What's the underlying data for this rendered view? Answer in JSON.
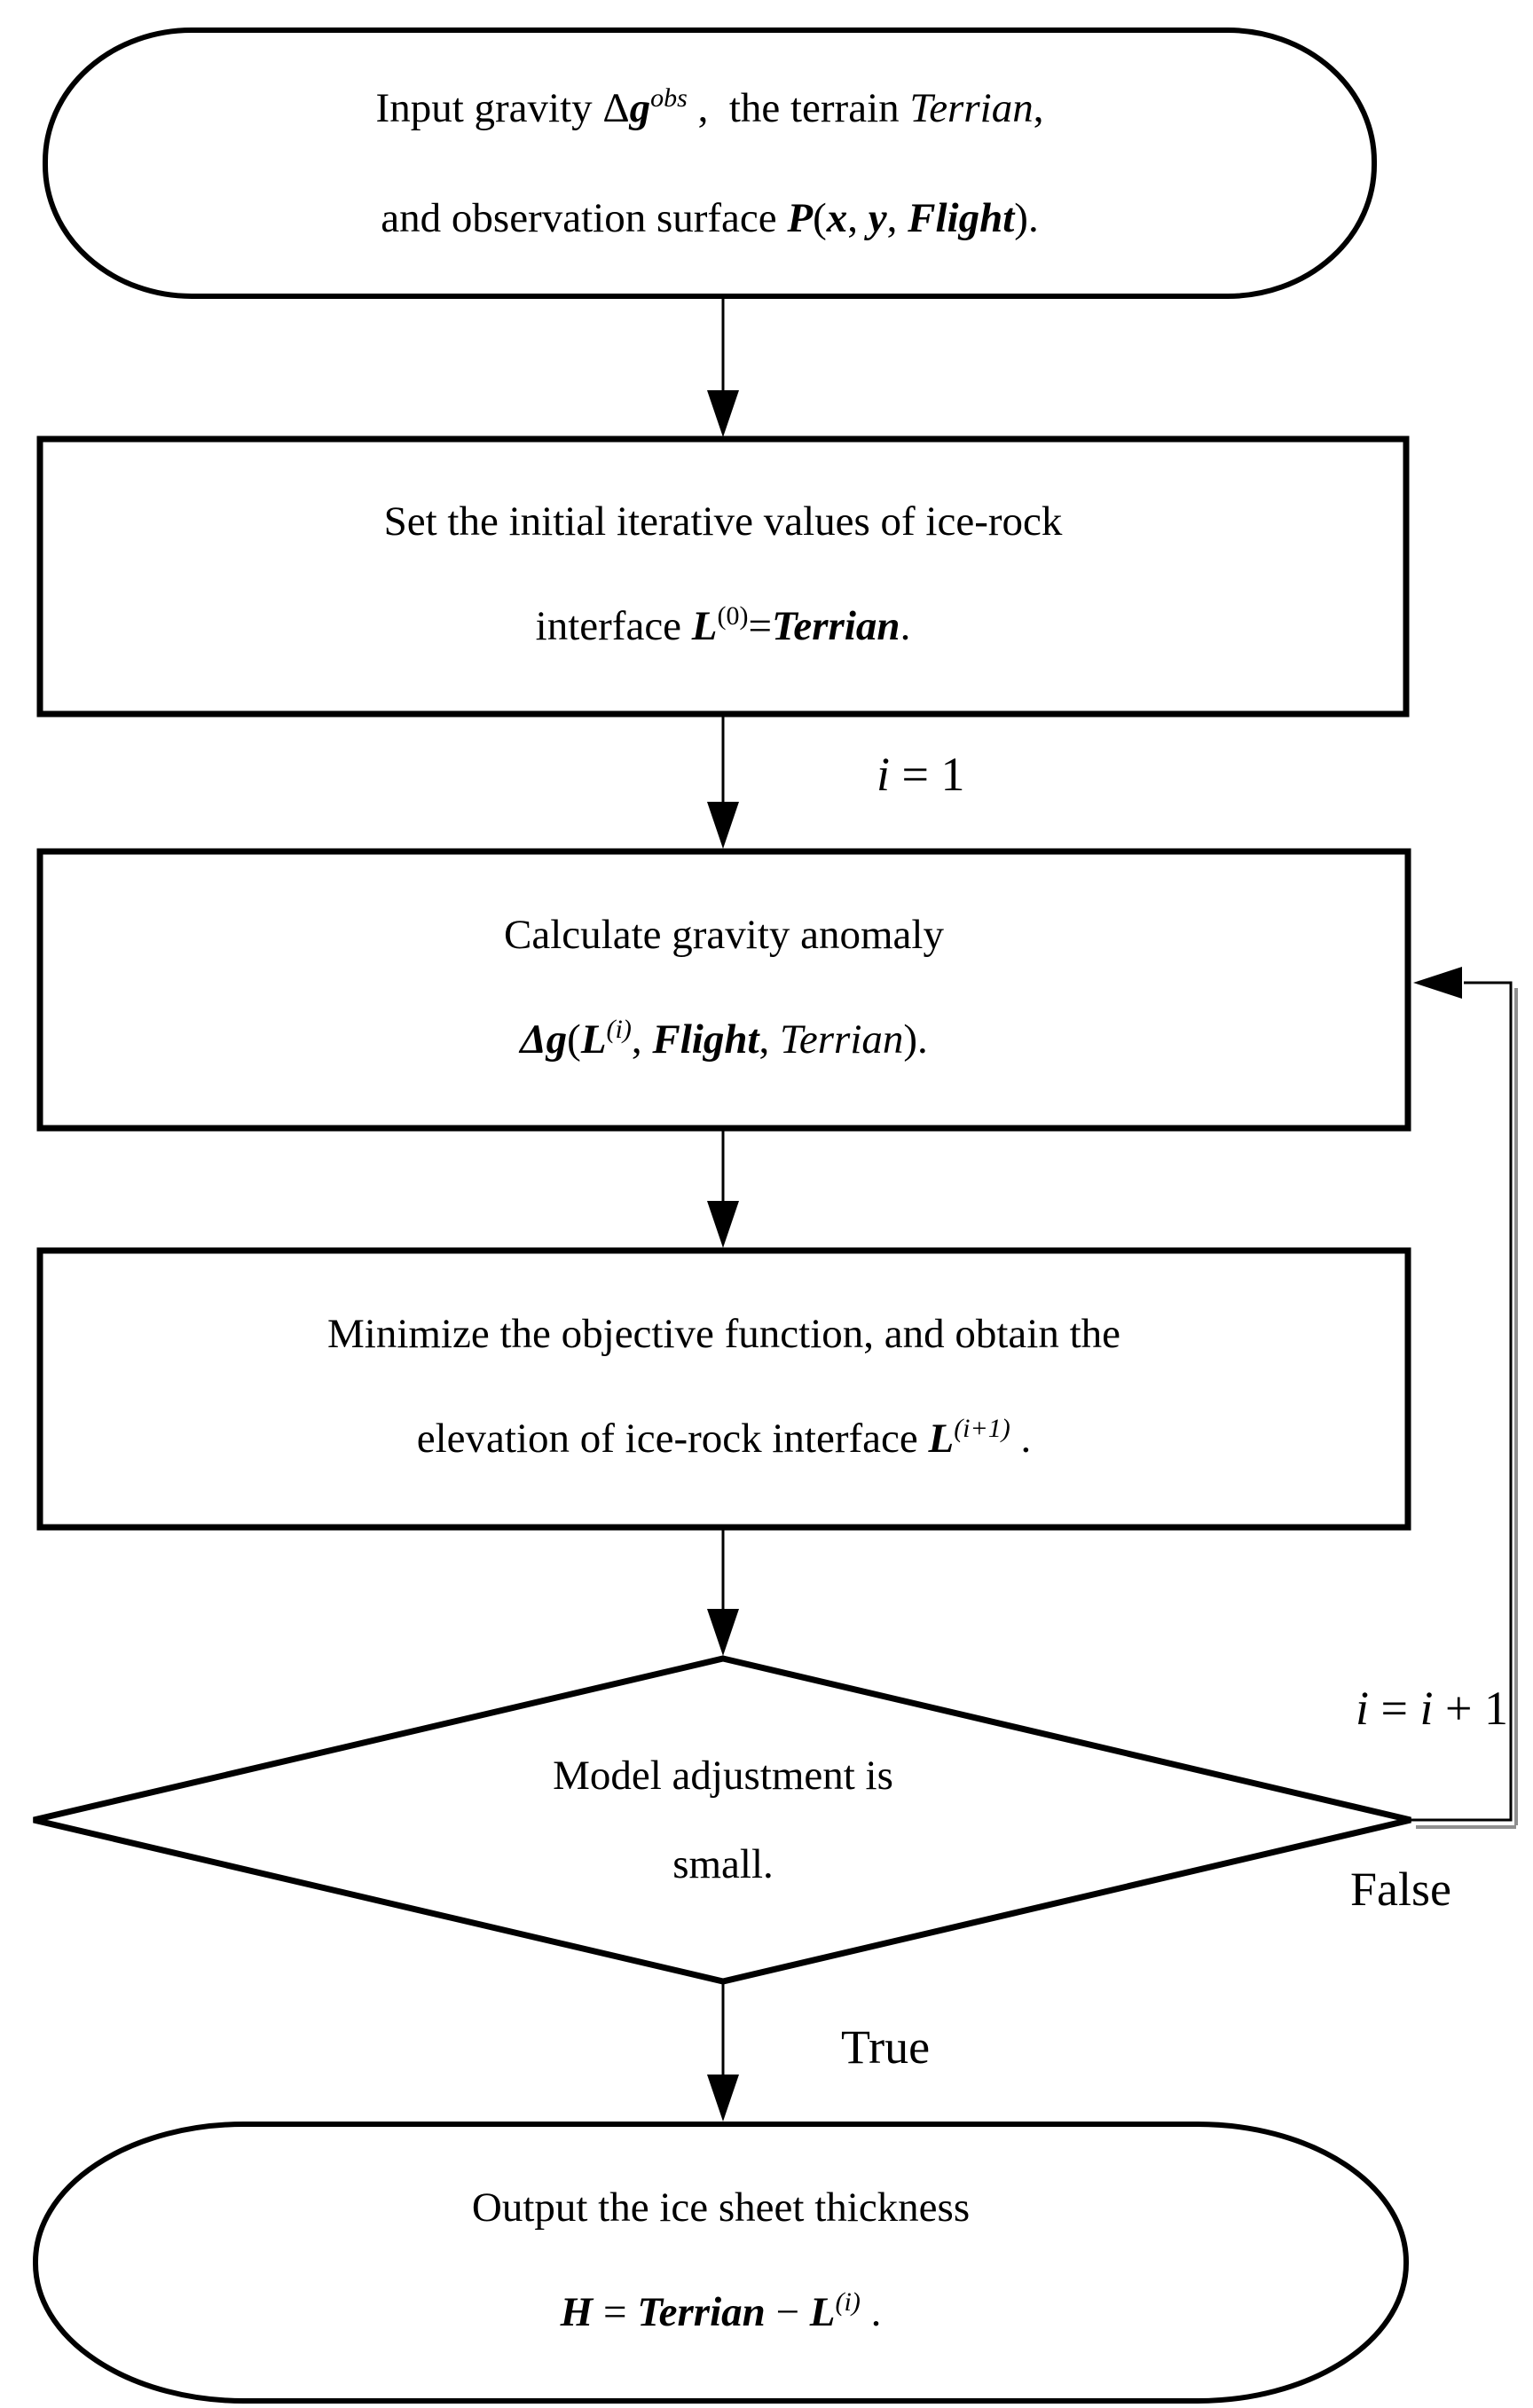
{
  "figure": {
    "type": "flowchart",
    "background": "#ffffff",
    "stroke_color": "#000000",
    "shadow_color": "#8f8f8f"
  },
  "nodes": {
    "start": {
      "shape": "terminator",
      "lines": [
        [
          {
            "t": "Input gravity ",
            "s": "n"
          },
          {
            "t": "Δ",
            "s": "n"
          },
          {
            "t": "g",
            "s": "bi"
          },
          {
            "t": "obs",
            "s": "sup"
          },
          {
            "t": " ,  the terrain ",
            "s": "n"
          },
          {
            "t": "Terrian",
            "s": "i"
          },
          {
            "t": ",",
            "s": "n"
          }
        ],
        [
          {
            "t": "and observation surface ",
            "s": "n"
          },
          {
            "t": "P",
            "s": "bi"
          },
          {
            "t": "(",
            "s": "n"
          },
          {
            "t": "x",
            "s": "bi"
          },
          {
            "t": ", ",
            "s": "n"
          },
          {
            "t": "y",
            "s": "bi"
          },
          {
            "t": ", ",
            "s": "n"
          },
          {
            "t": "Flight",
            "s": "bi"
          },
          {
            "t": ").",
            "s": "n"
          }
        ]
      ]
    },
    "set_initial": {
      "shape": "process",
      "lines": [
        [
          {
            "t": "Set the initial iterative values of ice-rock",
            "s": "n"
          }
        ],
        [
          {
            "t": "interface ",
            "s": "n"
          },
          {
            "t": "L",
            "s": "bi"
          },
          {
            "t": "(0)",
            "s": "supn"
          },
          {
            "t": "=",
            "s": "n"
          },
          {
            "t": "Terrian",
            "s": "bi"
          },
          {
            "t": ".",
            "s": "n"
          }
        ]
      ]
    },
    "calc_anomaly": {
      "shape": "process",
      "lines": [
        [
          {
            "t": "Calculate gravity anomaly",
            "s": "n"
          }
        ],
        [
          {
            "t": "Δg",
            "s": "bi"
          },
          {
            "t": "(",
            "s": "n"
          },
          {
            "t": "L",
            "s": "bi"
          },
          {
            "t": "(i)",
            "s": "sup"
          },
          {
            "t": ", ",
            "s": "n"
          },
          {
            "t": "Flight",
            "s": "bi"
          },
          {
            "t": ", ",
            "s": "n"
          },
          {
            "t": "Terrian",
            "s": "i"
          },
          {
            "t": ").",
            "s": "n"
          }
        ]
      ]
    },
    "minimize": {
      "shape": "process",
      "lines": [
        [
          {
            "t": "Minimize the objective function, and obtain the",
            "s": "n"
          }
        ],
        [
          {
            "t": "elevation of ice-rock interface ",
            "s": "n"
          },
          {
            "t": "L",
            "s": "bi"
          },
          {
            "t": "(i+1)",
            "s": "sup"
          },
          {
            "t": " .",
            "s": "n"
          }
        ]
      ]
    },
    "decision": {
      "shape": "decision",
      "lines": [
        [
          {
            "t": "Model adjustment is",
            "s": "n"
          }
        ],
        [
          {
            "t": "small.",
            "s": "n"
          }
        ]
      ]
    },
    "output": {
      "shape": "terminator",
      "lines": [
        [
          {
            "t": "Output the ice sheet thickness",
            "s": "n"
          }
        ],
        [
          {
            "t": "H",
            "s": "bi"
          },
          {
            "t": " = ",
            "s": "n"
          },
          {
            "t": "Terrian",
            "s": "bi"
          },
          {
            "t": " − ",
            "s": "n"
          },
          {
            "t": "L",
            "s": "bi"
          },
          {
            "t": "(i)",
            "s": "sup"
          },
          {
            "t": " .",
            "s": "n"
          }
        ]
      ]
    }
  },
  "edge_labels": {
    "iter_init": [
      [
        {
          "t": "i",
          "s": "i"
        },
        {
          "t": " = 1",
          "s": "n"
        }
      ]
    ],
    "iter_increment": [
      [
        {
          "t": "i",
          "s": "i"
        },
        {
          "t": " = ",
          "s": "n"
        },
        {
          "t": "i",
          "s": "i"
        },
        {
          "t": " + 1",
          "s": "n"
        }
      ]
    ],
    "false_branch": [
      [
        {
          "t": "False",
          "s": "n"
        }
      ]
    ],
    "true_branch": [
      [
        {
          "t": "True",
          "s": "n"
        }
      ]
    ]
  }
}
